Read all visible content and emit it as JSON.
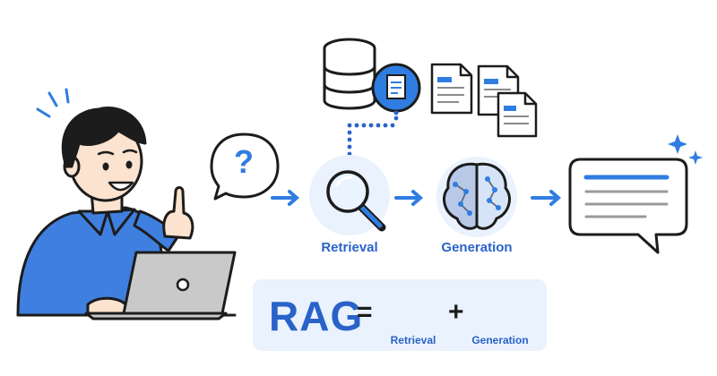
{
  "diagram": {
    "question_mark": "?",
    "steps": [
      {
        "label": "Retrieval",
        "icon": "magnifier-icon"
      },
      {
        "label": "Generation",
        "icon": "brain-icon"
      }
    ],
    "formula": {
      "term": "RAG",
      "equals": "=",
      "plus": "+",
      "left_label": "Retrieval",
      "right_label": "Generation"
    },
    "colors": {
      "accent": "#2a63c8",
      "bright_blue": "#2f7de1",
      "light_blue": "#e9f2fd",
      "ink": "#1c1c1c"
    }
  }
}
